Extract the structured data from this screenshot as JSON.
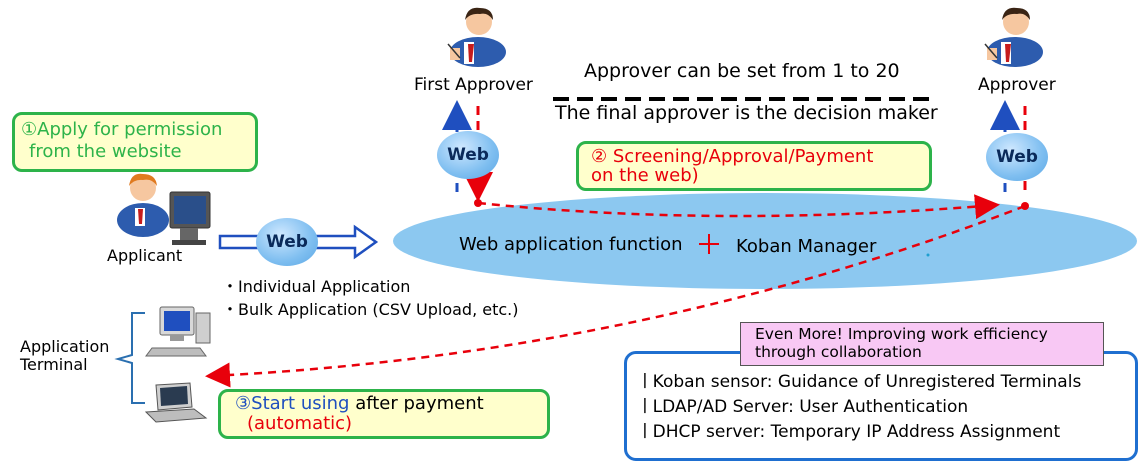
{
  "step1": {
    "circled": "①",
    "line1": "Apply for permission",
    "line2": "from the website"
  },
  "step2": {
    "circled": "②",
    "line1": "Screening/Approval/Payment",
    "line2": "on the web)"
  },
  "step3": {
    "circled": "③",
    "start": "Start using",
    "rest": " after payment",
    "line2": "(automatic)"
  },
  "approvers": {
    "first_label": "First Approver",
    "final_label": "Approver",
    "note1": "Approver can be set from 1 to 20",
    "note2": "The final approver is the decision maker"
  },
  "web_label": "Web",
  "applicant_label": "Applicant",
  "ellipse": {
    "left": "Web application function",
    "right": "Koban Manager"
  },
  "application_methods": [
    "・Individual Application",
    "・Bulk Application (CSV Upload, etc.)"
  ],
  "terminal_label": {
    "line1": "Application",
    "line2": "Terminal"
  },
  "collab": {
    "title_line1": "Even More! Improving work efficiency",
    "title_line2": "through collaboration",
    "items": [
      "ㅣKoban sensor: Guidance of Unregistered Terminals",
      "ㅣLDAP/AD Server: User Authentication",
      "ㅣDHCP server: Temporary IP Address Assignment"
    ]
  },
  "colors": {
    "green_border": "#2db34a",
    "yellow_fill": "#ffffcc",
    "red": "#e8000b",
    "blue": "#1f4fbf",
    "ellipse": "#8cc8f0",
    "pink": "#f8c8f4"
  }
}
